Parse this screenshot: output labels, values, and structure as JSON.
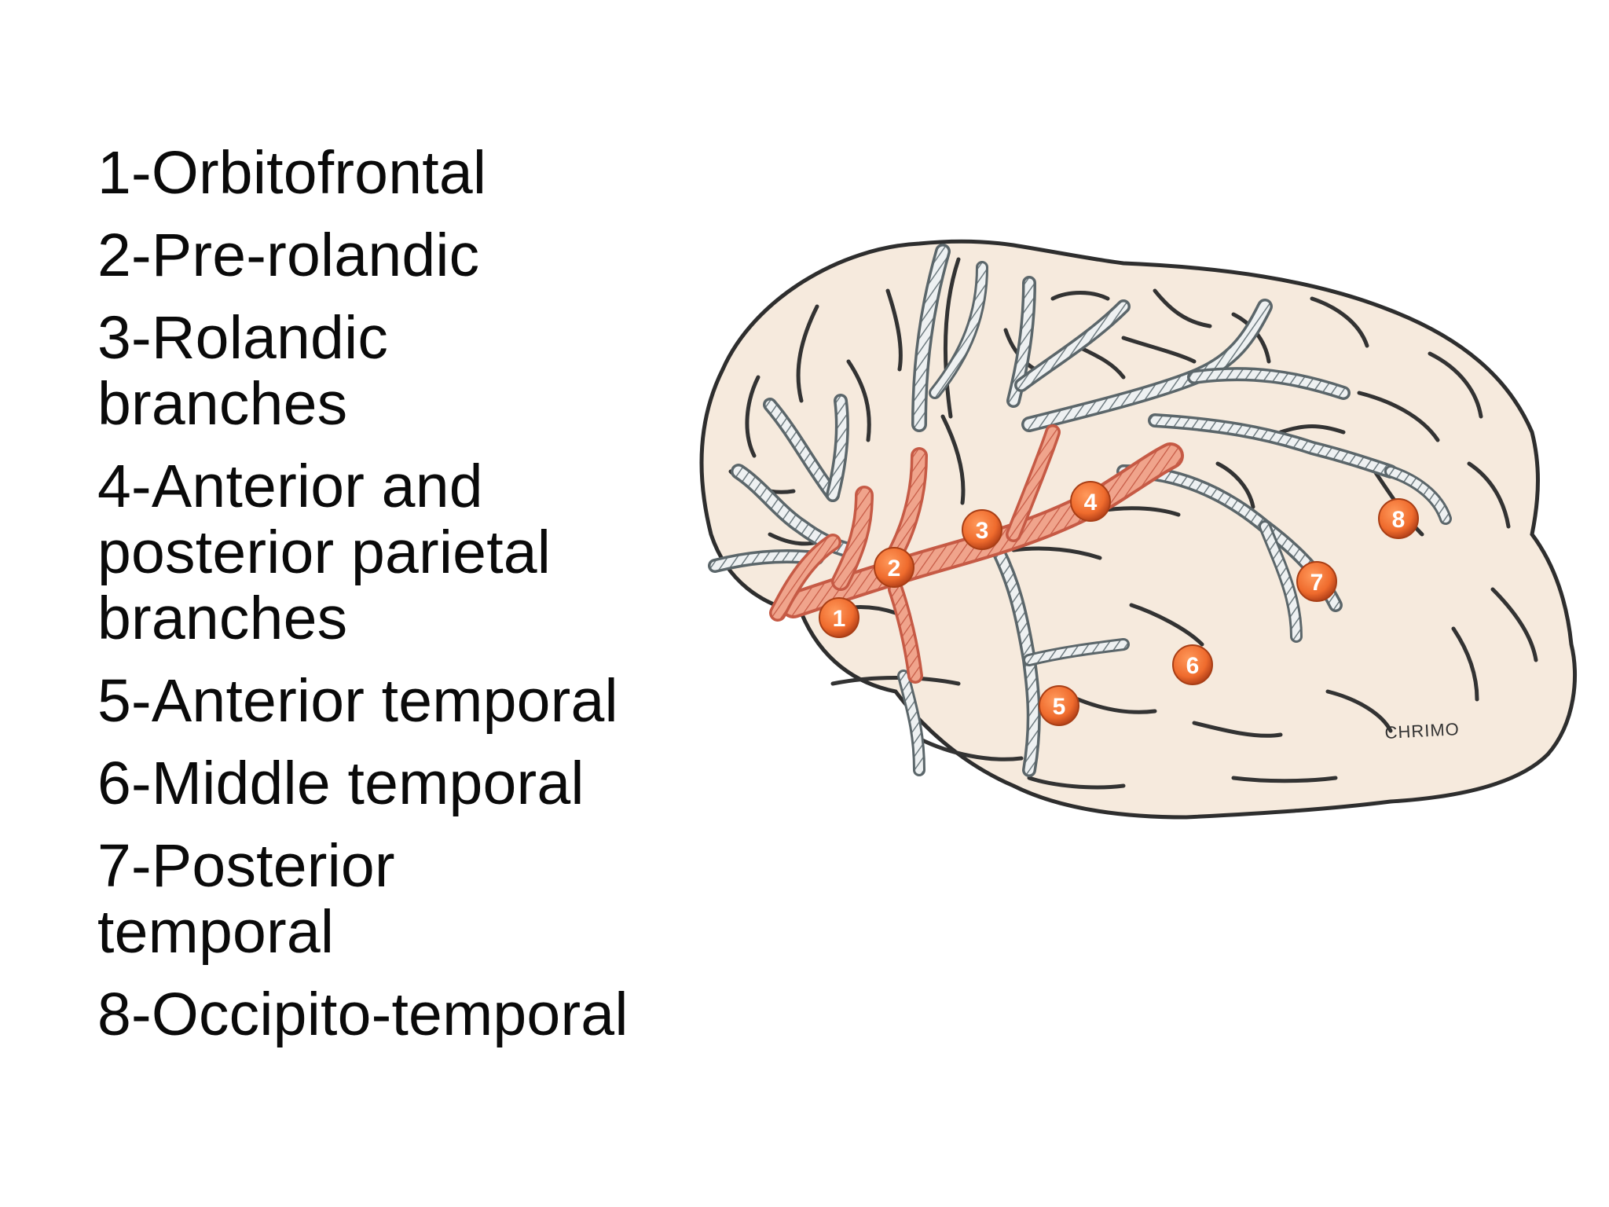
{
  "legend": {
    "items": [
      {
        "lines": [
          "1-Orbitofrontal"
        ]
      },
      {
        "lines": [
          "2-Pre-rolandic"
        ]
      },
      {
        "lines": [
          "3-Rolandic",
          "branches"
        ]
      },
      {
        "lines": [
          "4-Anterior and",
          "posterior parietal",
          "branches"
        ]
      },
      {
        "lines": [
          "5-Anterior temporal"
        ]
      },
      {
        "lines": [
          "6-Middle temporal"
        ]
      },
      {
        "lines": [
          "7-Posterior",
          "temporal"
        ]
      },
      {
        "lines": [
          "8-Occipito-temporal"
        ]
      }
    ]
  },
  "diagram": {
    "markers": [
      "1",
      "2",
      "3",
      "4",
      "5",
      "6",
      "7",
      "8"
    ],
    "signature": "CHRIMO",
    "colors": {
      "brain_fill": "#f6eadd",
      "outline": "#2e2e2e",
      "artery_main": "#e9917a",
      "artery_branch": "#cfd6d8",
      "marker": "#ef6b2d"
    }
  }
}
